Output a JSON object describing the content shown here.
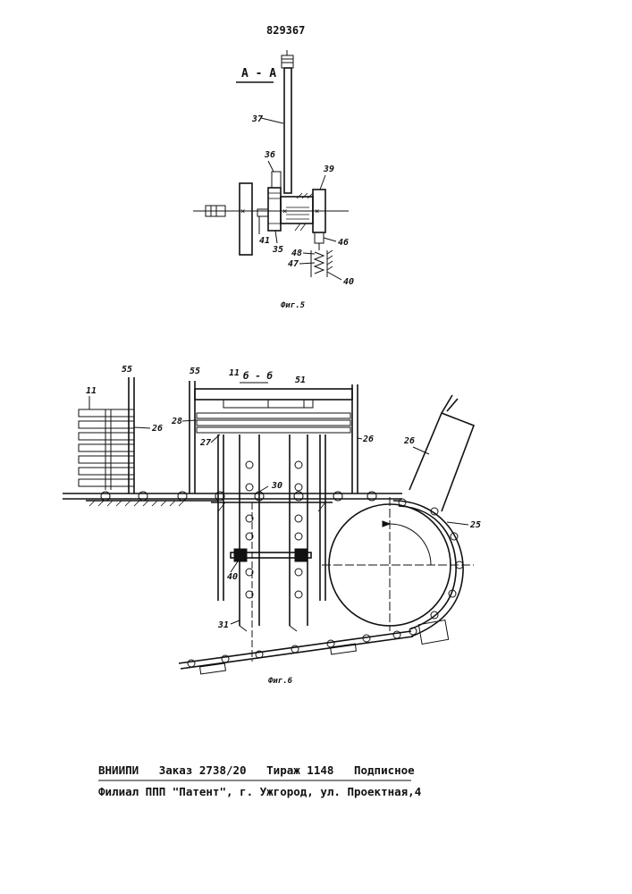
{
  "patent_number": "829367",
  "fig5": {
    "section": "А - А",
    "caption": "Фиг.5",
    "labels": {
      "l37": "37",
      "l36": "36",
      "l39": "39",
      "l41": "41",
      "l35": "35",
      "l46": "46",
      "l48": "48",
      "l47": "47",
      "l40": "40"
    }
  },
  "fig6": {
    "section": "б - б",
    "caption": "Фиг.6",
    "labels": {
      "l11a": "11",
      "l55a": "55",
      "l26a": "26",
      "l55b": "55",
      "l11b": "11",
      "l51": "51",
      "l28": "28",
      "l27": "27",
      "l26b": "26",
      "l30": "30",
      "l40": "40",
      "l31": "31",
      "l26c": "26",
      "l25": "25"
    }
  },
  "footer": {
    "line1": "ВНИИПИ   Заказ 2738/20   Тираж 1148   Подписное",
    "line2": "Филиал ППП \"Патент\", г. Ужгород, ул. Проектная,4"
  }
}
